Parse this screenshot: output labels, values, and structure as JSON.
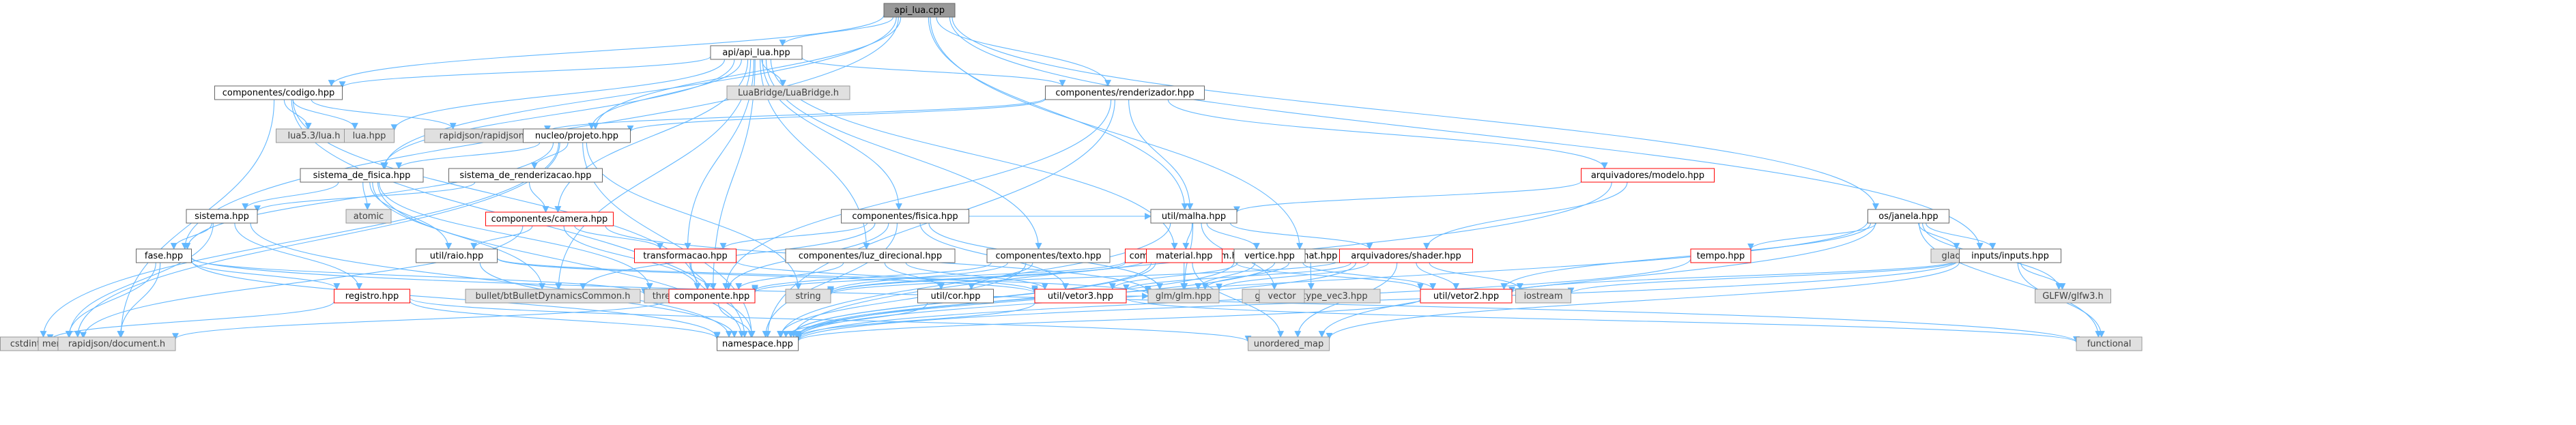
{
  "colors": {
    "root_fill": "#999999",
    "root_stroke": "#666666",
    "node_fill": "#ffffff",
    "node_stroke": "#666666",
    "missing_fill": "#e0e0e0",
    "missing_stroke": "#999999",
    "missing_text": "#404040",
    "red_stroke": "#ff0000",
    "edge": "#63b8ff",
    "text": "#000000"
  },
  "nodes": [
    {
      "id": "api_lua_cpp",
      "label": "api_lua.cpp",
      "style": "root"
    },
    {
      "id": "api_api_lua",
      "label": "api/api_lua.hpp",
      "style": "normal"
    },
    {
      "id": "codigo",
      "label": "componentes/codigo.hpp",
      "style": "normal"
    },
    {
      "id": "renderizador",
      "label": "componentes/renderizador.hpp",
      "style": "normal"
    },
    {
      "id": "luabridge",
      "label": "LuaBridge/LuaBridge.h",
      "style": "missing"
    },
    {
      "id": "lua53",
      "label": "lua5.3/lua.h",
      "style": "missing"
    },
    {
      "id": "lua_hpp",
      "label": "lua.hpp",
      "style": "missing"
    },
    {
      "id": "rapidjson",
      "label": "rapidjson/rapidjson.h",
      "style": "missing"
    },
    {
      "id": "nucleo_projeto",
      "label": "nucleo/projeto.hpp",
      "style": "normal"
    },
    {
      "id": "sistema_fisica",
      "label": "sistema_de_fisica.hpp",
      "style": "normal"
    },
    {
      "id": "sistema_render",
      "label": "sistema_de_renderizacao.hpp",
      "style": "normal"
    },
    {
      "id": "atomic",
      "label": "atomic",
      "style": "missing"
    },
    {
      "id": "sistema",
      "label": "sistema.hpp",
      "style": "normal"
    },
    {
      "id": "camera",
      "label": "componentes/camera.hpp",
      "style": "red"
    },
    {
      "id": "fisica",
      "label": "componentes/fisica.hpp",
      "style": "normal"
    },
    {
      "id": "fase",
      "label": "fase.hpp",
      "style": "normal"
    },
    {
      "id": "registro",
      "label": "registro.hpp",
      "style": "red"
    },
    {
      "id": "raio",
      "label": "util/raio.hpp",
      "style": "normal"
    },
    {
      "id": "transformacao",
      "label": "transformacao.hpp",
      "style": "red"
    },
    {
      "id": "luz_direcional",
      "label": "componentes/luz_direcional.hpp",
      "style": "normal"
    },
    {
      "id": "componentes_texto",
      "label": "componentes/texto.hpp",
      "style": "normal"
    },
    {
      "id": "componentes_imagem",
      "label": "componentes/imagem.hpp",
      "style": "red"
    },
    {
      "id": "bullet",
      "label": "bullet/btBulletDynamicsCommon.h",
      "style": "missing"
    },
    {
      "id": "thread",
      "label": "thread",
      "style": "missing"
    },
    {
      "id": "string",
      "label": "string",
      "style": "missing"
    },
    {
      "id": "componente",
      "label": "componente.hpp",
      "style": "red"
    },
    {
      "id": "cor",
      "label": "util/cor.hpp",
      "style": "normal"
    },
    {
      "id": "vetor3",
      "label": "util/vetor3.hpp",
      "style": "red"
    },
    {
      "id": "glm",
      "label": "glm/glm.hpp",
      "style": "missing"
    },
    {
      "id": "type_vec3",
      "label": "glm/detail/type_vec3.hpp",
      "style": "missing"
    },
    {
      "id": "api_mat",
      "label": "api/mat.hpp",
      "style": "normal"
    },
    {
      "id": "malha",
      "label": "util/malha.hpp",
      "style": "normal"
    },
    {
      "id": "modelo",
      "label": "arquivadores/modelo.hpp",
      "style": "red"
    },
    {
      "id": "material",
      "label": "material.hpp",
      "style": "red"
    },
    {
      "id": "vertice",
      "label": "vertice.hpp",
      "style": "normal"
    },
    {
      "id": "shader",
      "label": "arquivadores/shader.hpp",
      "style": "red"
    },
    {
      "id": "vector",
      "label": "vector",
      "style": "missing"
    },
    {
      "id": "vetor2",
      "label": "util/vetor2.hpp",
      "style": "red"
    },
    {
      "id": "iostream",
      "label": "iostream",
      "style": "missing"
    },
    {
      "id": "janela",
      "label": "os/janela.hpp",
      "style": "normal"
    },
    {
      "id": "glad",
      "label": "glad/glad.h",
      "style": "missing"
    },
    {
      "id": "tempo",
      "label": "tempo.hpp",
      "style": "red"
    },
    {
      "id": "inputs",
      "label": "inputs/inputs.hpp",
      "style": "normal"
    },
    {
      "id": "glfw",
      "label": "GLFW/glfw3.h",
      "style": "missing"
    },
    {
      "id": "functional",
      "label": "functional",
      "style": "missing"
    },
    {
      "id": "unordered_map",
      "label": "unordered_map",
      "style": "missing"
    },
    {
      "id": "namespace",
      "label": "namespace.hpp",
      "style": "normal"
    },
    {
      "id": "cstdint",
      "label": "cstdint",
      "style": "missing"
    },
    {
      "id": "memory",
      "label": "memory",
      "style": "missing"
    },
    {
      "id": "rapidjson_doc",
      "label": "rapidjson/document.h",
      "style": "missing"
    }
  ],
  "edges": [
    [
      "api_lua_cpp",
      "api_api_lua"
    ],
    [
      "api_lua_cpp",
      "codigo"
    ],
    [
      "api_lua_cpp",
      "renderizador"
    ],
    [
      "api_lua_cpp",
      "nucleo_projeto"
    ],
    [
      "api_lua_cpp",
      "sistema_fisica"
    ],
    [
      "api_lua_cpp",
      "fase"
    ],
    [
      "api_lua_cpp",
      "malha"
    ],
    [
      "api_lua_cpp",
      "api_mat"
    ],
    [
      "api_lua_cpp",
      "janela"
    ],
    [
      "api_lua_cpp",
      "inputs"
    ],
    [
      "api_api_lua",
      "luabridge"
    ],
    [
      "api_api_lua",
      "lua_hpp"
    ],
    [
      "api_api_lua",
      "renderizador"
    ],
    [
      "api_api_lua",
      "nucleo_projeto"
    ],
    [
      "api_api_lua",
      "fisica"
    ],
    [
      "api_api_lua",
      "camera"
    ],
    [
      "api_api_lua",
      "transformacao"
    ],
    [
      "api_api_lua",
      "luz_direcional"
    ],
    [
      "api_api_lua",
      "componentes_texto"
    ],
    [
      "api_api_lua",
      "componentes_imagem"
    ],
    [
      "api_api_lua",
      "sistema_fisica"
    ],
    [
      "api_api_lua",
      "bullet"
    ],
    [
      "api_api_lua",
      "codigo"
    ],
    [
      "api_api_lua",
      "componente"
    ],
    [
      "codigo",
      "lua53"
    ],
    [
      "codigo",
      "lua_hpp"
    ],
    [
      "codigo",
      "rapidjson"
    ],
    [
      "codigo",
      "componente"
    ],
    [
      "codigo",
      "namespace"
    ],
    [
      "codigo",
      "rapidjson_doc"
    ],
    [
      "renderizador",
      "rapidjson"
    ],
    [
      "renderizador",
      "nucleo_projeto"
    ],
    [
      "renderizador",
      "malha"
    ],
    [
      "renderizador",
      "modelo"
    ],
    [
      "renderizador",
      "componente"
    ],
    [
      "renderizador",
      "namespace"
    ],
    [
      "nucleo_projeto",
      "sistema_fisica"
    ],
    [
      "nucleo_projeto",
      "sistema_render"
    ],
    [
      "nucleo_projeto",
      "fase"
    ],
    [
      "nucleo_projeto",
      "namespace"
    ],
    [
      "nucleo_projeto",
      "memory"
    ],
    [
      "nucleo_projeto",
      "cstdint"
    ],
    [
      "nucleo_projeto",
      "string"
    ],
    [
      "sistema_fisica",
      "atomic"
    ],
    [
      "sistema_fisica",
      "sistema"
    ],
    [
      "sistema_fisica",
      "raio"
    ],
    [
      "sistema_fisica",
      "bullet"
    ],
    [
      "sistema_fisica",
      "thread"
    ],
    [
      "sistema_fisica",
      "namespace"
    ],
    [
      "sistema_render",
      "camera"
    ],
    [
      "sistema_render",
      "sistema"
    ],
    [
      "sistema",
      "fase"
    ],
    [
      "sistema",
      "registro"
    ],
    [
      "sistema",
      "namespace"
    ],
    [
      "sistema",
      "memory"
    ],
    [
      "fase",
      "registro"
    ],
    [
      "fase",
      "thread"
    ],
    [
      "fase",
      "memory"
    ],
    [
      "fase",
      "namespace"
    ],
    [
      "fase",
      "rapidjson_doc"
    ],
    [
      "fase",
      "functional"
    ],
    [
      "registro",
      "namespace"
    ],
    [
      "registro",
      "cstdint"
    ],
    [
      "registro",
      "unordered_map"
    ],
    [
      "camera",
      "transformacao"
    ],
    [
      "camera",
      "raio"
    ],
    [
      "camera",
      "componente"
    ],
    [
      "camera",
      "glm"
    ],
    [
      "camera",
      "memory"
    ],
    [
      "fisica",
      "transformacao"
    ],
    [
      "fisica",
      "componente"
    ],
    [
      "fisica",
      "bullet"
    ],
    [
      "fisica",
      "malha"
    ],
    [
      "fisica",
      "glm"
    ],
    [
      "fisica",
      "vetor3"
    ],
    [
      "fisica",
      "namespace"
    ],
    [
      "raio",
      "vetor3"
    ],
    [
      "raio",
      "namespace"
    ],
    [
      "raio",
      "glm"
    ],
    [
      "transformacao",
      "componente"
    ],
    [
      "transformacao",
      "vetor3"
    ],
    [
      "transformacao",
      "namespace"
    ],
    [
      "luz_direcional",
      "componente"
    ],
    [
      "luz_direcional",
      "cor"
    ],
    [
      "luz_direcional",
      "vetor3"
    ],
    [
      "componentes_texto",
      "componente"
    ],
    [
      "componentes_texto",
      "cor"
    ],
    [
      "componentes_texto",
      "string"
    ],
    [
      "componentes_texto",
      "namespace"
    ],
    [
      "componentes_imagem",
      "componente"
    ],
    [
      "componentes_imagem",
      "vetor2"
    ],
    [
      "componentes_imagem",
      "string"
    ],
    [
      "componentes_imagem",
      "namespace"
    ],
    [
      "componente",
      "namespace"
    ],
    [
      "componente",
      "rapidjson_doc"
    ],
    [
      "cor",
      "namespace"
    ],
    [
      "vetor3",
      "namespace"
    ],
    [
      "vetor3",
      "glm"
    ],
    [
      "vetor3",
      "functional"
    ],
    [
      "api_mat",
      "glm"
    ],
    [
      "api_mat",
      "type_vec3"
    ],
    [
      "api_mat",
      "namespace"
    ],
    [
      "malha",
      "material"
    ],
    [
      "malha",
      "vertice"
    ],
    [
      "malha",
      "shader"
    ],
    [
      "malha",
      "vector"
    ],
    [
      "malha",
      "namespace"
    ],
    [
      "malha",
      "glm"
    ],
    [
      "modelo",
      "malha"
    ],
    [
      "modelo",
      "shader"
    ],
    [
      "modelo",
      "namespace"
    ],
    [
      "material",
      "string"
    ],
    [
      "material",
      "glm"
    ],
    [
      "material",
      "namespace"
    ],
    [
      "material",
      "unordered_map"
    ],
    [
      "vertice",
      "vetor3"
    ],
    [
      "vertice",
      "vetor2"
    ],
    [
      "vertice",
      "glm"
    ],
    [
      "vertice",
      "namespace"
    ],
    [
      "shader",
      "string"
    ],
    [
      "shader",
      "vetor2"
    ],
    [
      "shader",
      "vetor3"
    ],
    [
      "shader",
      "iostream"
    ],
    [
      "shader",
      "namespace"
    ],
    [
      "shader",
      "glm"
    ],
    [
      "shader",
      "unordered_map"
    ],
    [
      "vetor2",
      "namespace"
    ],
    [
      "janela",
      "glad"
    ],
    [
      "janela",
      "glfw"
    ],
    [
      "janela",
      "tempo"
    ],
    [
      "janela",
      "inputs"
    ],
    [
      "janela",
      "vetor2"
    ],
    [
      "janela",
      "namespace"
    ],
    [
      "janela",
      "functional"
    ],
    [
      "janela",
      "unordered_map"
    ],
    [
      "tempo",
      "namespace"
    ],
    [
      "inputs",
      "glfw"
    ],
    [
      "inputs",
      "vetor2"
    ],
    [
      "inputs",
      "namespace"
    ],
    [
      "inputs",
      "functional"
    ],
    [
      "inputs",
      "unordered_map"
    ],
    [
      "inputs",
      "iostream"
    ]
  ]
}
